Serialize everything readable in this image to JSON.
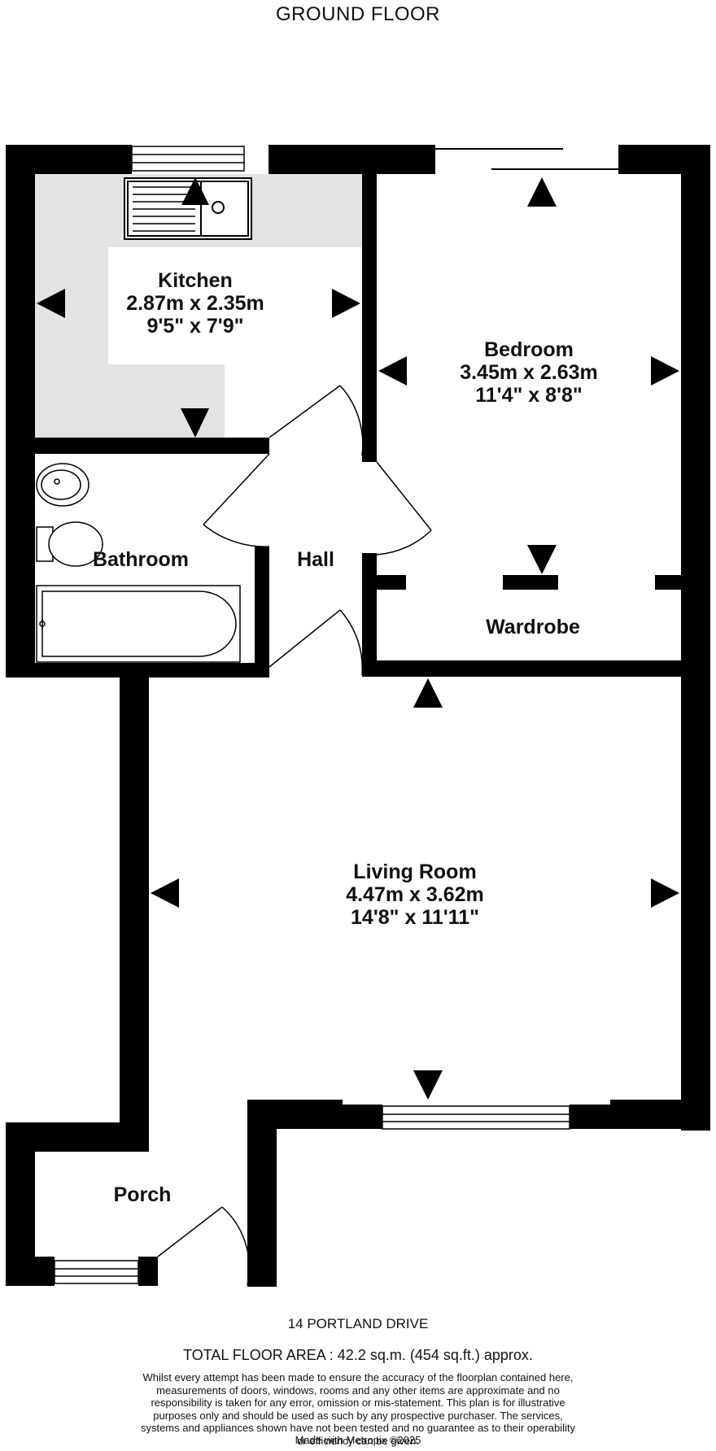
{
  "floor_title": "GROUND FLOOR",
  "rooms": {
    "kitchen": {
      "name": "Kitchen",
      "metric": "2.87m  x 2.35m",
      "imperial": "9'5\"  x 7'9\""
    },
    "bedroom": {
      "name": "Bedroom",
      "metric": "3.45m  x 2.63m",
      "imperial": "11'4\"  x 8'8\""
    },
    "bathroom": {
      "name": "Bathroom"
    },
    "hall": {
      "name": "Hall"
    },
    "wardrobe": {
      "name": "Wardrobe"
    },
    "living": {
      "name": "Living Room",
      "metric": "4.47m  x 3.62m",
      "imperial": "14'8\"  x 11'11\""
    },
    "porch": {
      "name": "Porch"
    }
  },
  "footer": {
    "address": "14 PORTLAND DRIVE",
    "total_area": "TOTAL FLOOR AREA : 42.2 sq.m. (454 sq.ft.) approx.",
    "disclaimer": "Whilst every attempt has been made to ensure the accuracy of the floorplan contained here, measurements of doors, windows, rooms and any other items are approximate and no responsibility is taken for any error, omission or mis-statement. This plan is for illustrative purposes only and should be used as such by any prospective purchaser. The services, systems and appliances shown have not been tested and no guarantee as to their operability or efficiency can be given.",
    "credit": "Made with Metropix ©2025"
  },
  "colors": {
    "wall": "#000000",
    "worktop": "#e3e3e3",
    "background": "#ffffff"
  }
}
